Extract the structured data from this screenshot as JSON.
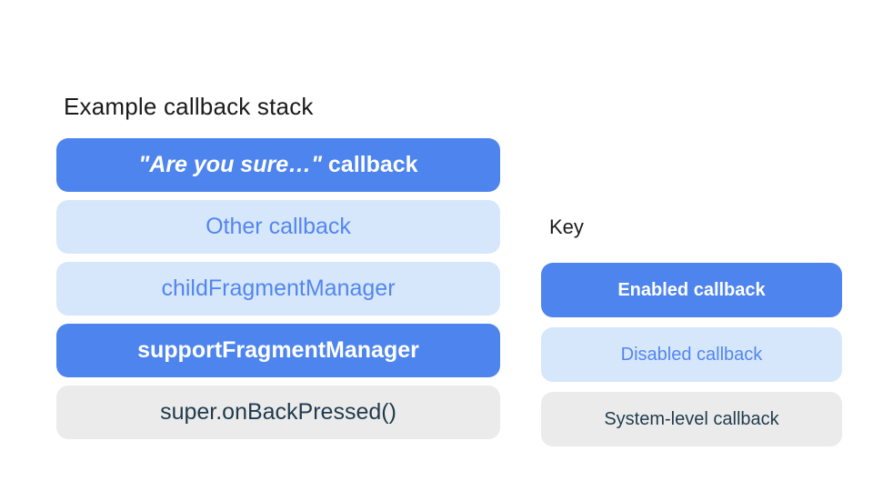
{
  "colors": {
    "enabled_bg": "#4d84ee",
    "enabled_text": "#ffffff",
    "disabled_bg": "#d6e7fb",
    "disabled_text": "#5286f0",
    "system_bg": "#ebebeb",
    "system_text": "#1f3b4d",
    "heading_text": "#1a1a1a",
    "page_bg": "#ffffff"
  },
  "diagram": {
    "title": "Example callback stack",
    "stack": [
      {
        "label_italic": "\"Are you sure…\"",
        "label_rest": " callback",
        "state": "enabled"
      },
      {
        "label": "Other callback",
        "state": "disabled"
      },
      {
        "label": "childFragmentManager",
        "state": "disabled"
      },
      {
        "label": "supportFragmentManager",
        "state": "enabled"
      },
      {
        "label": "super.onBackPressed()",
        "state": "system"
      }
    ]
  },
  "key": {
    "title": "Key",
    "items": [
      {
        "label": "Enabled callback",
        "state": "enabled"
      },
      {
        "label": "Disabled callback",
        "state": "disabled"
      },
      {
        "label": "System-level callback",
        "state": "system"
      }
    ]
  }
}
